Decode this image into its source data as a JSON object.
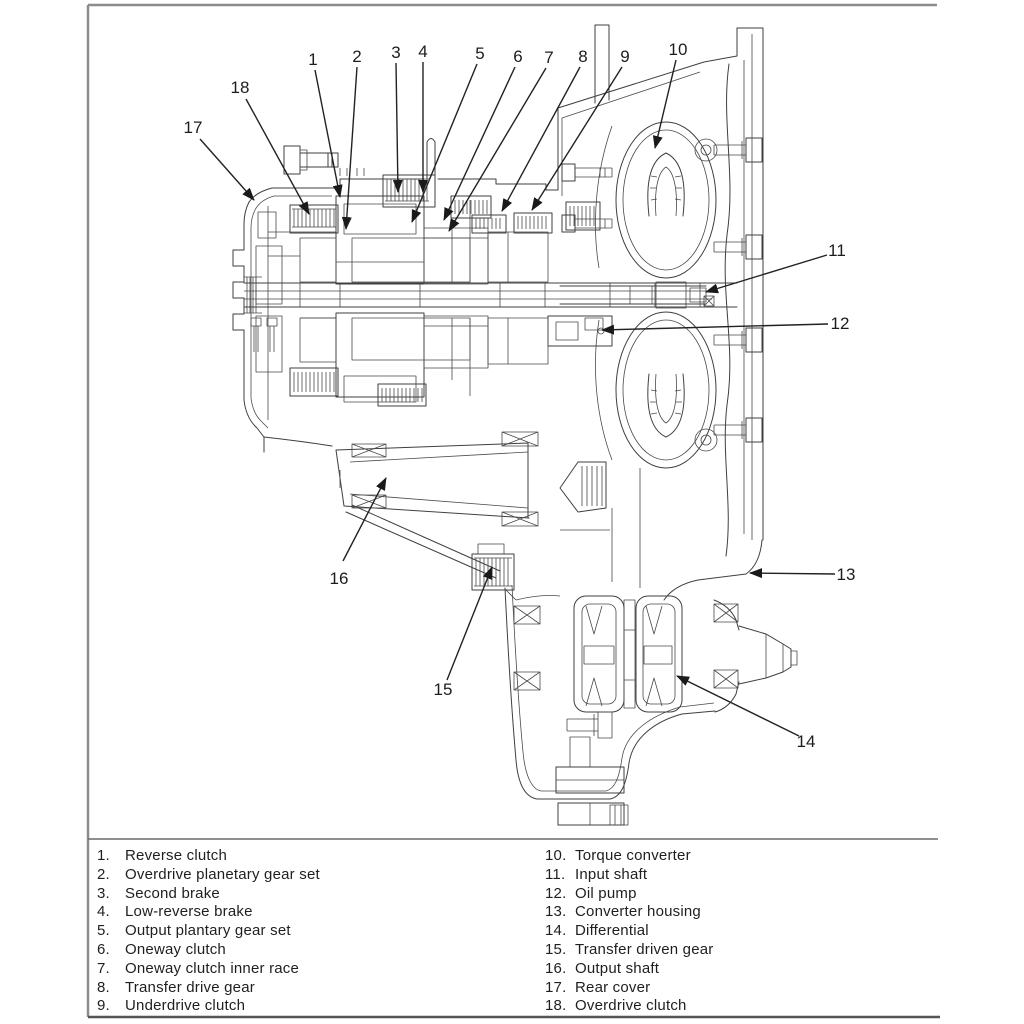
{
  "figure": {
    "description": "Automatic transaxle sectional view diagram",
    "background_color": "#ffffff",
    "line_color": "#3f3f3f",
    "frame_color": "#8c8c8c",
    "text_color": "#1f1f1f",
    "arrow_color": "#1a1a1a"
  },
  "callouts": {
    "numbers": [
      "1",
      "2",
      "3",
      "4",
      "5",
      "6",
      "7",
      "8",
      "9",
      "10",
      "11",
      "12",
      "13",
      "14",
      "15",
      "16",
      "17",
      "18"
    ]
  },
  "legend": {
    "left": [
      {
        "num": "1.",
        "label": "Reverse clutch"
      },
      {
        "num": "2.",
        "label": "Overdrive planetary gear set"
      },
      {
        "num": "3.",
        "label": "Second brake"
      },
      {
        "num": "4.",
        "label": "Low-reverse brake"
      },
      {
        "num": "5.",
        "label": "Output plantary gear set"
      },
      {
        "num": "6.",
        "label": "Oneway clutch"
      },
      {
        "num": "7.",
        "label": "Oneway clutch inner race"
      },
      {
        "num": "8.",
        "label": "Transfer drive gear"
      },
      {
        "num": "9.",
        "label": "Underdrive clutch"
      }
    ],
    "right": [
      {
        "num": "10.",
        "label": "Torque converter"
      },
      {
        "num": "11.",
        "label": "Input shaft"
      },
      {
        "num": "12.",
        "label": "Oil pump"
      },
      {
        "num": "13.",
        "label": "Converter housing"
      },
      {
        "num": "14.",
        "label": "Differential"
      },
      {
        "num": "15.",
        "label": "Transfer driven gear"
      },
      {
        "num": "16.",
        "label": "Output shaft"
      },
      {
        "num": "17.",
        "label": "Rear cover"
      },
      {
        "num": "18.",
        "label": "Overdrive clutch"
      }
    ]
  }
}
